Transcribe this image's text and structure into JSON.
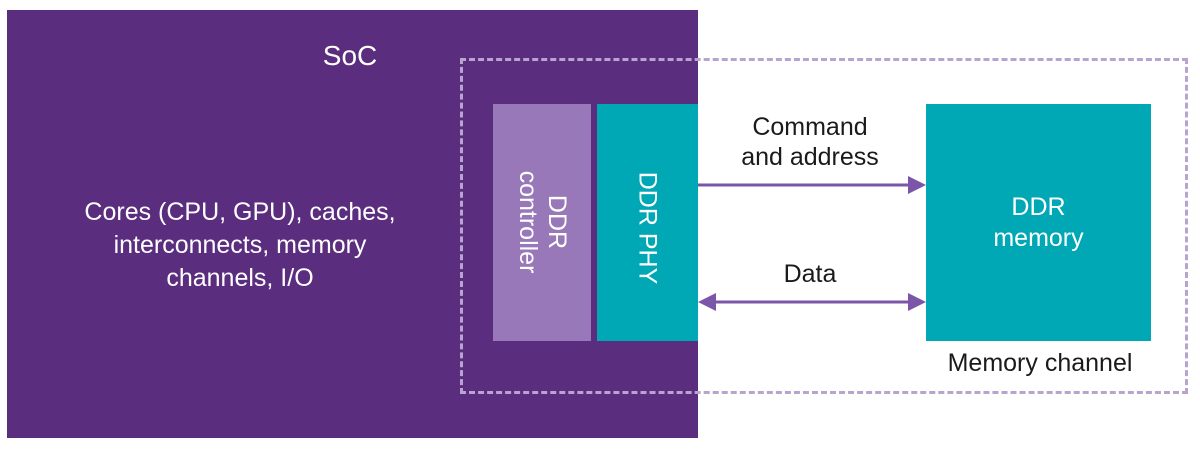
{
  "soc": {
    "title": "SoC",
    "description": [
      "Cores (CPU, GPU), caches,",
      "interconnects, memory",
      "channels, I/O"
    ]
  },
  "ddr_controller": {
    "lines": [
      "DDR",
      "controller"
    ]
  },
  "ddr_phy": {
    "label": "DDR PHY"
  },
  "ddr_memory": {
    "lines": [
      "DDR",
      "memory"
    ]
  },
  "arrows": {
    "command": [
      "Command",
      "and address"
    ],
    "data": "Data"
  },
  "memory_channel": {
    "label": "Memory channel"
  },
  "colors": {
    "soc": "#5a2d7e",
    "controller": "#9878b8",
    "phy_and_memory": "#00a7b5",
    "arrow": "#7b56a8",
    "dashed_border": "#b9a3cf"
  }
}
